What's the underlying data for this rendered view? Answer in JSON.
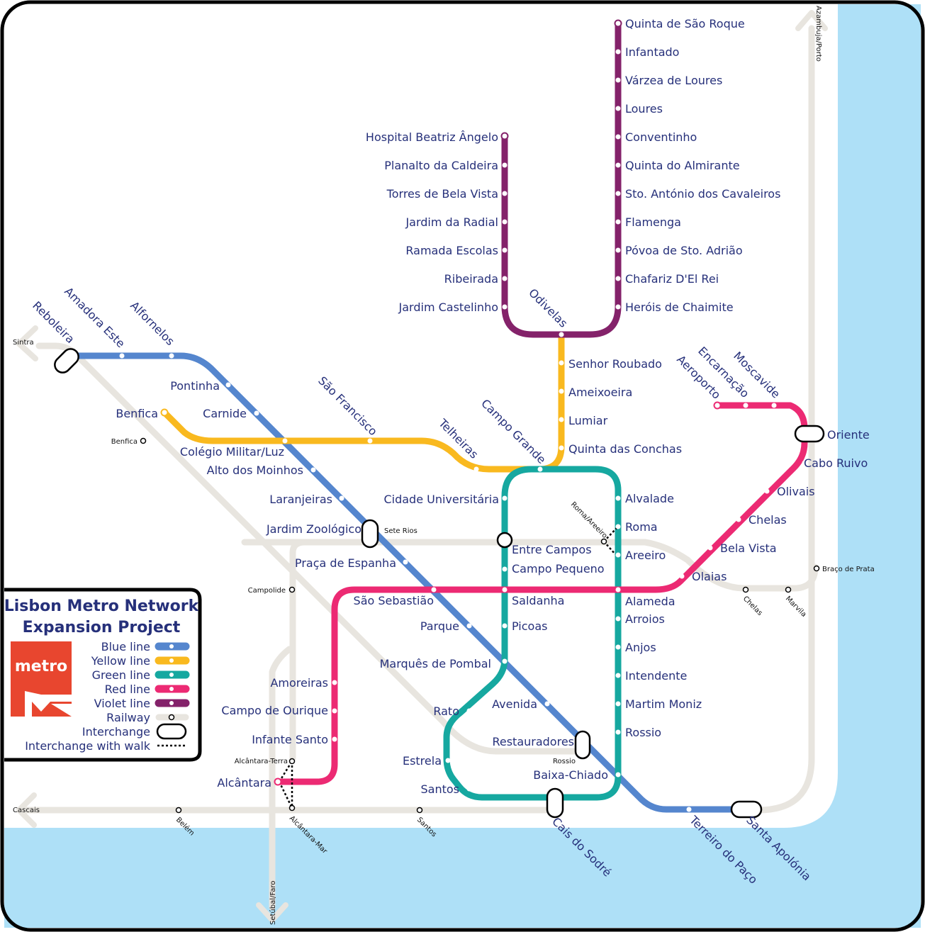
{
  "colors": {
    "blue": "#5586ce",
    "yellow": "#f9b91f",
    "green": "#16a8a0",
    "red": "#ec2a73",
    "violet": "#84226a",
    "railway": "#e8e5df",
    "water": "#aee0f7",
    "text": "#26307a"
  },
  "legend": {
    "title_line1": "Lisbon Metro Network",
    "title_line2": "Expansion Project",
    "logo_text": "metro",
    "items": {
      "blue": "Blue line",
      "yellow": "Yellow line",
      "green": "Green line",
      "red": "Red line",
      "violet": "Violet line",
      "railway": "Railway",
      "interchange": "Interchange",
      "walk": "Interchange with walk"
    }
  },
  "stations": {
    "quinta_sao_roque": "Quinta de São Roque",
    "infantado": "Infantado",
    "varzea_loures": "Várzea de Loures",
    "loures": "Loures",
    "conventinho": "Conventinho",
    "quinta_almirante": "Quinta do Almirante",
    "sto_antonio": "Sto. António dos Cavaleiros",
    "flamenga": "Flamenga",
    "povoa": "Póvoa de Sto. Adrião",
    "chafariz": "Chafariz D'El Rei",
    "herois": "Heróis de Chaimite",
    "hospital": "Hospital Beatriz Ângelo",
    "planalto": "Planalto da Caldeira",
    "torres": "Torres de Bela Vista",
    "jardim_radial": "Jardim da Radial",
    "ramada": "Ramada Escolas",
    "ribeirada": "Ribeirada",
    "castelinho": "Jardim Castelinho",
    "odivelas": "Odivelas",
    "senhor_roubado": "Senhor Roubado",
    "ameixoeira": "Ameixoeira",
    "lumiar": "Lumiar",
    "quinta_conchas": "Quinta das Conchas",
    "campo_grande": "Campo Grande",
    "telheiras": "Telheiras",
    "sao_francisco": "São Francisco",
    "benfica": "Benfica",
    "colegio_militar": "Colégio Militar/Luz",
    "reboleira": "Reboleira",
    "amadora_este": "Amadora Este",
    "alfornelos": "Alfornelos",
    "pontinha": "Pontinha",
    "carnide": "Carnide",
    "alto_moinhos": "Alto dos Moinhos",
    "laranjeiras": "Laranjeiras",
    "jardim_zoologico": "Jardim Zoológico",
    "praca_espanha": "Praça de Espanha",
    "sao_sebastiao": "São Sebastião",
    "parque": "Parque",
    "marques": "Marquês de Pombal",
    "avenida": "Avenida",
    "restauradores": "Restauradores",
    "baixa_chiado": "Baixa-Chiado",
    "terreiro": "Terreiro do Paço",
    "santa_apolonia": "Santa Apolónia",
    "cidade_universitaria": "Cidade Universitária",
    "entre_campos": "Entre Campos",
    "campo_pequeno": "Campo Pequeno",
    "saldanha": "Saldanha",
    "picoas": "Picoas",
    "rato": "Rato",
    "estrela": "Estrela",
    "santos": "Santos",
    "cais_sodre": "Cais do Sodré",
    "alvalade": "Alvalade",
    "roma": "Roma",
    "areeiro": "Areeiro",
    "alameda": "Alameda",
    "arroios": "Arroios",
    "anjos": "Anjos",
    "intendente": "Intendente",
    "martim_moniz": "Martim Moniz",
    "rossio": "Rossio",
    "aeroporto": "Aeroporto",
    "encarnacao": "Encarnação",
    "moscavide": "Moscavide",
    "oriente": "Oriente",
    "cabo_ruivo": "Cabo Ruivo",
    "olivais": "Olivais",
    "chelas": "Chelas",
    "bela_vista": "Bela Vista",
    "olaias": "Olaias",
    "amoreiras": "Amoreiras",
    "campo_ourique": "Campo de Ourique",
    "infante_santo": "Infante Santo",
    "alcantara": "Alcântara"
  },
  "rail_labels": {
    "sintra": "Sintra",
    "benfica": "Benfica",
    "sete_rios": "Sete Rios",
    "campolide": "Campolide",
    "roma_areeiro": "Roma/Areeiro",
    "braco_prata": "Braço de Prata",
    "chelas": "Chelas",
    "marvila": "Marvila",
    "azambuja": "Azambuja/Porto",
    "cascais": "Cascais",
    "belem": "Belém",
    "santos": "Santos",
    "alcantara_terra": "Alcântara-Terra",
    "alcantara_mar": "Alcântara-Mar",
    "rossio": "Rossio",
    "setubal": "Setúbal/Faro"
  }
}
